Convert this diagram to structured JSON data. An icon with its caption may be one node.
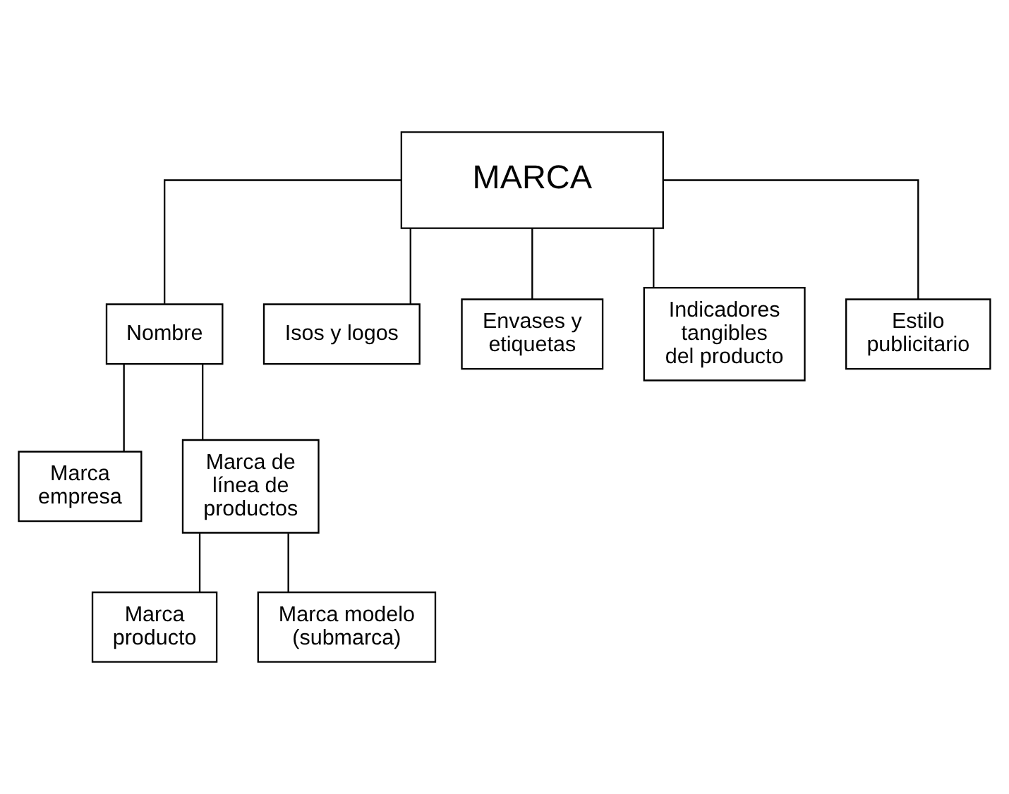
{
  "diagram": {
    "nodes": [
      {
        "text": [
          "MARCA"
        ]
      },
      {
        "text": [
          "Nombre"
        ]
      },
      {
        "text": [
          "Isos y logos"
        ]
      },
      {
        "text": [
          "Envases y etiquetas"
        ]
      },
      {
        "text": [
          "Indicadores tangibles del producto"
        ]
      },
      {
        "text": [
          "Estilo publicitario"
        ]
      },
      {
        "text": [
          "Marca empresa"
        ]
      },
      {
        "text": [
          "Marca de línea de productos"
        ]
      },
      {
        "text": [
          "Marca producto"
        ]
      },
      {
        "text": [
          "Marca modelo (submarca)"
        ]
      }
    ],
    "edges": [
      {
        "from": 0,
        "to": 1,
        "arrow": "none"
      },
      {
        "from": 0,
        "to": 2,
        "arrow": "none"
      },
      {
        "from": 0,
        "to": 3,
        "arrow": "none"
      },
      {
        "from": 0,
        "to": 4,
        "arrow": "none"
      },
      {
        "from": 0,
        "to": 5,
        "arrow": "none"
      },
      {
        "from": 1,
        "to": 6,
        "arrow": "none"
      },
      {
        "from": 1,
        "to": 7,
        "arrow": "none"
      },
      {
        "from": 7,
        "to": 8,
        "arrow": "none"
      },
      {
        "from": 7,
        "to": 9,
        "arrow": "none"
      }
    ]
  }
}
